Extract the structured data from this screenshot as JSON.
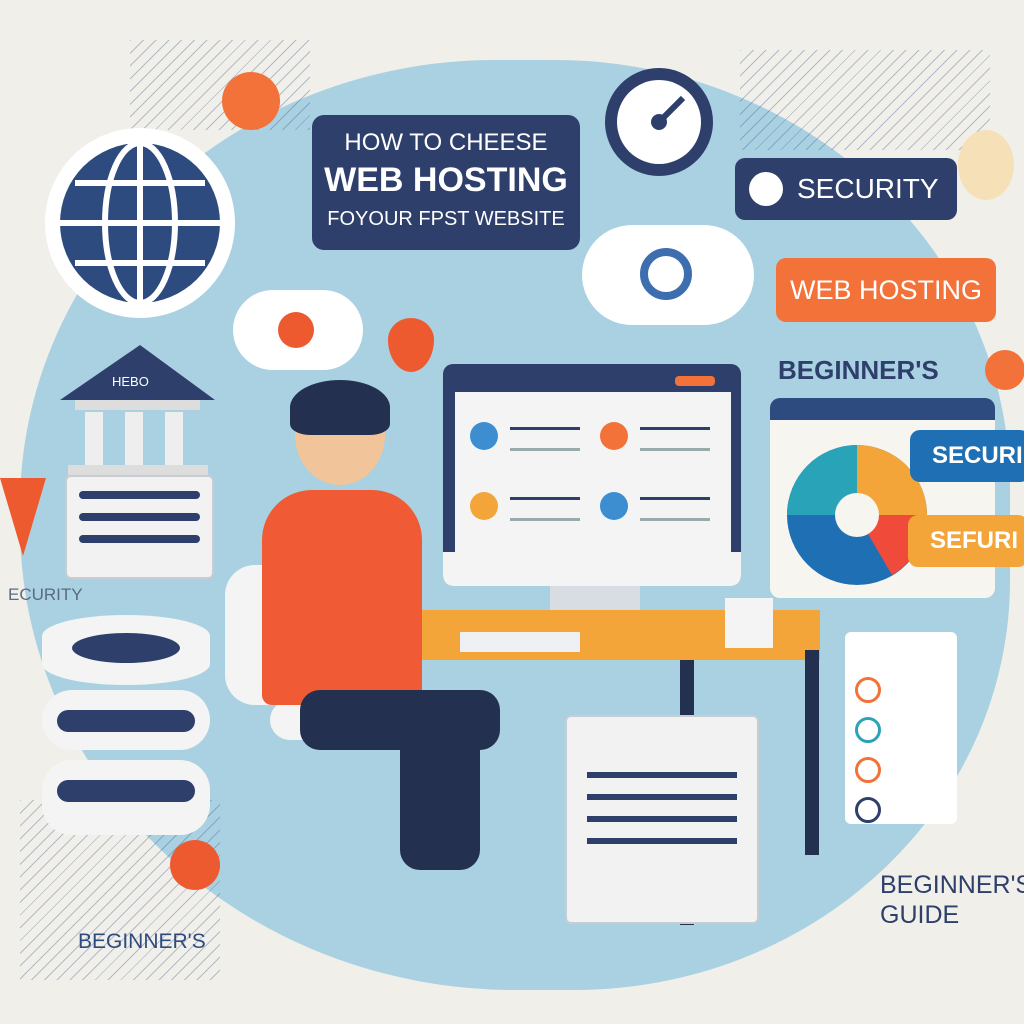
{
  "title": {
    "line1": "HOW TO CHEESE",
    "line2": "WEB HOSTING",
    "line3": "FOYOUR FPST WEBSITE"
  },
  "badges": {
    "security_top": "SECURITY",
    "web_hosting": "WEB HOSTING",
    "securi": "SECURI",
    "sefuri": "SEFURI"
  },
  "labels": {
    "beginners_right": "BEGINNER'S",
    "security_left": "ECURITY",
    "beginners_guide_line1": "BEGINNER'S",
    "beginners_guide_line2": "GUIDE",
    "beginners_bottom": "BEGINNER'S",
    "bank_sign": "HEBO"
  },
  "colors": {
    "navy": "#2e3f6b",
    "orange": "#f3723a",
    "blue": "#1f6fb5",
    "sky": "#a9d1e2",
    "amber": "#f3a53a"
  }
}
